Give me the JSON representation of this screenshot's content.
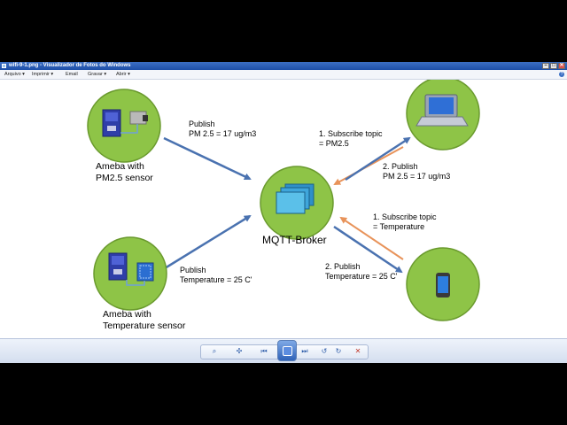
{
  "window": {
    "title": "wifi-9-1.png - Visualizador de Fotos do Windows",
    "controls": [
      "–",
      "□",
      "✕"
    ]
  },
  "menu": {
    "items": [
      "Arquivo ▾",
      "Imprimir ▾",
      "Email",
      "Gravar ▾",
      "Abrir ▾"
    ],
    "help": "?"
  },
  "diagram": {
    "broker_label": "MQTT-Broker",
    "ameba_pm_label_1": "Ameba with",
    "ameba_pm_label_2": "PM2.5 sensor",
    "ameba_temp_label_1": "Ameba with",
    "ameba_temp_label_2": "Temperature sensor",
    "pub_pm_1": "Publish",
    "pub_pm_2": "PM 2.5 = 17 ug/m3",
    "pub_temp_1": "Publish",
    "pub_temp_2": "Temperature = 25 C'",
    "sub_pm_1": "1. Subscribe topic",
    "sub_pm_2": "= PM2.5",
    "pub_laptop_1": "2. Publish",
    "pub_laptop_2": "PM 2.5 = 17 ug/m3",
    "sub_temp_1": "1. Subscribe topic",
    "sub_temp_2": "= Temperature",
    "pub_phone_1": "2. Publish",
    "pub_phone_2": "Temperature = 25 C'",
    "colors": {
      "node_fill": "#8ec447",
      "node_stroke": "#6a9a2e",
      "publish_arrow": "#4a72b0",
      "subscribe_arrow": "#e8935a"
    }
  },
  "toolbar": {
    "buttons": [
      {
        "name": "zoom",
        "glyph": "⌕"
      },
      {
        "name": "fit",
        "glyph": "✣"
      },
      {
        "name": "previous",
        "glyph": "⏮"
      },
      {
        "name": "slideshow",
        "glyph": ""
      },
      {
        "name": "next",
        "glyph": "⏭"
      },
      {
        "name": "rotate-left",
        "glyph": "↺"
      },
      {
        "name": "rotate-right",
        "glyph": "↻"
      },
      {
        "name": "delete",
        "glyph": "✕"
      }
    ]
  }
}
